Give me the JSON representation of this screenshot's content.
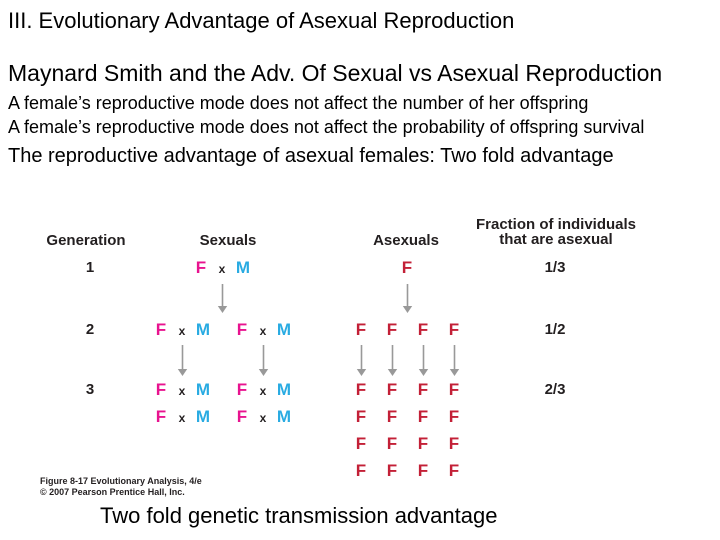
{
  "header": {
    "line1": "III. Evolutionary Advantage of Asexual Reproduction",
    "line2": "Maynard Smith and the Adv. Of Sexual vs Asexual Reproduction",
    "bullet1": "A female’s reproductive mode does not affect the number of her offspring",
    "bullet2": "A female’s reproductive mode does not affect the probability of offspring survival",
    "advantage_line": "The reproductive advantage of asexual females: Two fold advantage"
  },
  "figure": {
    "columns": {
      "generation": "Generation",
      "sexuals": "Sexuals",
      "asexuals": "Asexuals",
      "fraction": "Fraction of individuals\nthat are asexual"
    },
    "symbols": {
      "female": "F",
      "male": "M",
      "cross": "x"
    },
    "colors": {
      "sexual_female": "#e8138f",
      "male": "#29abe2",
      "asexual_female": "#c32037",
      "arrow": "#999999",
      "figure_text": "#231f20"
    },
    "generations": [
      {
        "label": "1",
        "fraction": "1/3",
        "sexual_rows": [
          1
        ],
        "asexual_rows": [
          1
        ],
        "arrows_after": true
      },
      {
        "label": "2",
        "fraction": "1/2",
        "sexual_rows": [
          2
        ],
        "asexual_rows": [
          4
        ],
        "arrows_after": true
      },
      {
        "label": "3",
        "fraction": "2/3",
        "sexual_rows": [
          2,
          2
        ],
        "asexual_rows": [
          4,
          4,
          4,
          4
        ],
        "arrows_after": false
      }
    ],
    "caption": {
      "line1": "Figure 8-17  Evolutionary Analysis, 4/e",
      "line2": "© 2007 Pearson Prentice Hall, Inc."
    }
  },
  "footer": {
    "title": "Two fold genetic transmission advantage"
  }
}
